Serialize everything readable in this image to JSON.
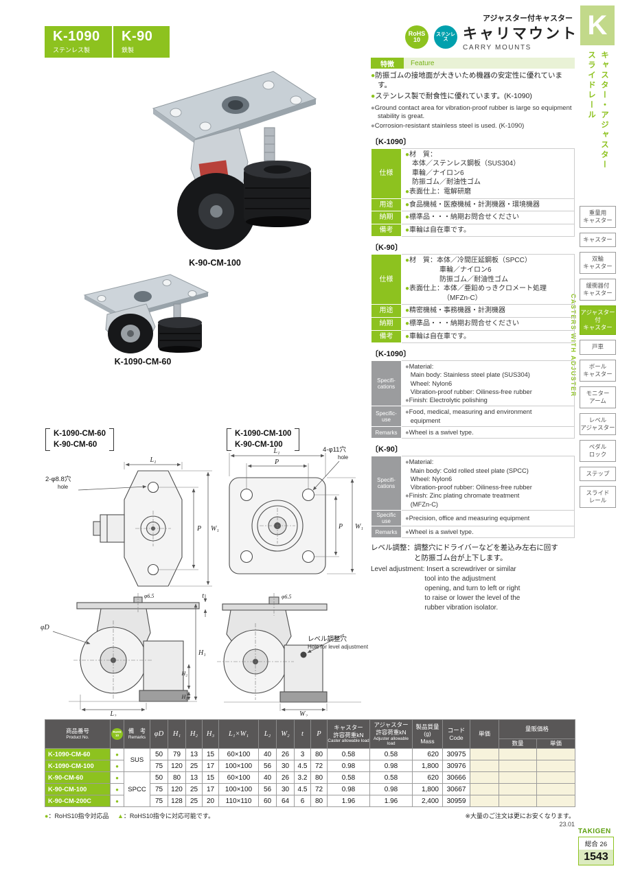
{
  "meta": {
    "category": "アジャスター付キャスター",
    "title_jp": "キャリマウント",
    "title_en": "CARRY MOUNTS",
    "date_code": "23.01",
    "brand": "TAKIGEN",
    "catalog_label": "総合 26",
    "page_number": "1543"
  },
  "product_boxes": [
    {
      "name": "K-1090",
      "material": "ステンレス製"
    },
    {
      "name": "K-90",
      "material": "鉄製"
    }
  ],
  "badges": {
    "rohs_top": "RoHS",
    "rohs_bottom": "10",
    "stainless": "ステンレス"
  },
  "sidebar": {
    "letter": "K",
    "vertical_title_line1": "キャスター・アジャスター",
    "vertical_title_line2": "スライドレール",
    "vertical_en": "CASTERS WITH ADJUSTER",
    "items": [
      {
        "label": "重量用\nキャスター"
      },
      {
        "label": "キャスター"
      },
      {
        "label": "双輪\nキャスター"
      },
      {
        "label": "緩衝器付\nキャスター"
      },
      {
        "label": "アジャスター付\nキャスター"
      },
      {
        "label": "戸車"
      },
      {
        "label": "ボール\nキャスター"
      },
      {
        "label": "モニター\nアーム"
      },
      {
        "label": "レベル\nアジャスター"
      },
      {
        "label": "ペダル\nロック"
      },
      {
        "label": "ステップ"
      },
      {
        "label": "スライド\nレール"
      }
    ]
  },
  "feature": {
    "tab_jp": "特徴",
    "tab_en": "Feature",
    "jp_items": [
      "●防振ゴムの接地面が大きいため機器の安定性に優れています。",
      "●ステンレス製で耐食性に優れています。(K-1090)"
    ],
    "en_items": [
      "●Ground contact area for vibration-proof rubber is large so equipment stability is great.",
      "●Corrosion-resistant stainless steel is used. (K-1090)"
    ]
  },
  "specs_jp": [
    {
      "section": "〔K-1090〕",
      "rows": [
        {
          "label": "仕様",
          "text": "●材　質：\n　本体／ステンレス鋼板（SUS304）\n　車輪／ナイロン6\n　防振ゴム／耐油性ゴム\n●表面仕上：電解研磨"
        },
        {
          "label": "用途",
          "text": "●食品機械・医療機械・計測機器・環境機器"
        },
        {
          "label": "納期",
          "text": "●標準品・・・納期お問合せください"
        },
        {
          "label": "備考",
          "text": "●車輪は自在車です。"
        }
      ]
    },
    {
      "section": "〔K-90〕",
      "rows": [
        {
          "label": "仕様",
          "text": "●材　質：本体／冷間圧延鋼板（SPCC）\n　　　　　車輪／ナイロン6\n　　　　　防振ゴム／耐油性ゴム\n●表面仕上：本体／亜鉛めっきクロメート処理\n　　　　　　（MFZn-C）"
        },
        {
          "label": "用途",
          "text": "●精密機械・事務機器・計測機器"
        },
        {
          "label": "納期",
          "text": "●標準品・・・納期お問合せください"
        },
        {
          "label": "備考",
          "text": "●車輪は自在車です。"
        }
      ]
    }
  ],
  "specs_en": [
    {
      "section": "〔K-1090〕",
      "rows": [
        {
          "label": "Specifi-\ncations",
          "text": "●Material:\n   Main body: Stainless steel plate (SUS304)\n   Wheel: Nylon6\n   Vibration-proof rubber: Oiliness-free rubber\n●Finish: Electrolytic polishing"
        },
        {
          "label": "Specific-\nuse",
          "text": "●Food, medical, measuring and environment\n   equipment"
        },
        {
          "label": "Remarks",
          "text": "●Wheel is a swivel type."
        }
      ]
    },
    {
      "section": "〔K-90〕",
      "rows": [
        {
          "label": "Specifi-\ncations",
          "text": "●Material:\n   Main body: Cold rolled steel plate (SPCC)\n   Wheel: Nylon6\n   Vibration-proof rubber: Oiliness-free rubber\n●Finish: Zinc plating chromate treatment\n   (MFZn-C)"
        },
        {
          "label": "Specific use",
          "text": "●Precision, office and measuring equipment"
        },
        {
          "label": "Remarks",
          "text": "●Wheel is a swivel type."
        }
      ]
    }
  ],
  "level_adj": {
    "jp_label": "レベル調整：",
    "jp_text": "調整穴にドライバーなどを差込み左右に回す\nと防振ゴム台が上下します。",
    "en_label": "Level adjustment:",
    "en_text": " Insert a screwdriver or similar\ntool into the adjustment\nopening, and turn to left or right\nto raise or lower the level of the\nrubber vibration isolator."
  },
  "photos": [
    {
      "caption": "K-90-CM-100"
    },
    {
      "caption": "K-1090-CM-60"
    }
  ],
  "drawings": {
    "left_title": "K-1090-CM-60\nK-90-CM-60",
    "right_title": "K-1090-CM-100\nK-90-CM-100",
    "hole_left_jp": "2-φ8.8穴",
    "hole_left_en": "hole",
    "hole_right_jp": "4-φ11穴",
    "hole_right_en": "hole",
    "dim_L1": "L₁",
    "dim_P": "P",
    "dim_W1": "W₁",
    "dim_phiD": "φD",
    "dim_H1": "H₁",
    "dim_H2": "H₂",
    "dim_H3": "H₃",
    "dim_L2": "L₂",
    "dim_W2": "W₂",
    "dim_t": "t",
    "dim_phi65": "φ6.5",
    "level_hole_jp": "レベル調整穴",
    "level_hole_en": "Hole for level adjustment"
  },
  "table": {
    "h": {
      "product_no_jp": "商品番号",
      "product_no_en": "Product No.",
      "rohs_top": "RoHS",
      "rohs_bottom": "10",
      "remarks_jp": "備　考",
      "remarks_en": "Remarks",
      "phiD": "φD",
      "H1": "H₁",
      "H2": "H₂",
      "H3": "H₃",
      "L1W1": "L₁×W₁",
      "L2": "L₂",
      "W2": "W₂",
      "t": "t",
      "P": "P",
      "caster_jp": "キャスター\n許容荷重kN",
      "caster_en": "Caster allowable load",
      "adjuster_jp": "アジャスター\n許容荷重kN",
      "adjuster_en": "Adjuster allowable load",
      "mass": "製品質量(g)\nMass",
      "code": "コード\nCode",
      "unit_price": "単価",
      "volume_price": "量販価格",
      "qty": "数量",
      "unit_price2": "単価"
    },
    "remarks_groups": [
      {
        "label": "SUS"
      },
      {
        "label": "SPCC"
      }
    ],
    "rows": [
      {
        "product": "K-1090-CM-60",
        "rohs": "●",
        "phiD": "50",
        "H1": "79",
        "H2": "13",
        "H3": "15",
        "L1W1": "60×100",
        "L2": "40",
        "W2": "26",
        "t": "3",
        "P": "80",
        "cl": "0.58",
        "al": "0.58",
        "mass": "620",
        "code": "30975"
      },
      {
        "product": "K-1090-CM-100",
        "rohs": "●",
        "phiD": "75",
        "H1": "120",
        "H2": "25",
        "H3": "17",
        "L1W1": "100×100",
        "L2": "56",
        "W2": "30",
        "t": "4.5",
        "P": "72",
        "cl": "0.98",
        "al": "0.98",
        "mass": "1,800",
        "code": "30976"
      },
      {
        "product": "K-90-CM-60",
        "rohs": "●",
        "phiD": "50",
        "H1": "80",
        "H2": "13",
        "H3": "15",
        "L1W1": "60×100",
        "L2": "40",
        "W2": "26",
        "t": "3.2",
        "P": "80",
        "cl": "0.58",
        "al": "0.58",
        "mass": "620",
        "code": "30666"
      },
      {
        "product": "K-90-CM-100",
        "rohs": "●",
        "phiD": "75",
        "H1": "120",
        "H2": "25",
        "H3": "17",
        "L1W1": "100×100",
        "L2": "56",
        "W2": "30",
        "t": "4.5",
        "P": "72",
        "cl": "0.98",
        "al": "0.98",
        "mass": "1,800",
        "code": "30667"
      },
      {
        "product": "K-90-CM-200C",
        "rohs": "●",
        "phiD": "75",
        "H1": "128",
        "H2": "25",
        "H3": "20",
        "L1W1": "110×110",
        "L2": "60",
        "W2": "64",
        "t": "6",
        "P": "80",
        "cl": "1.96",
        "al": "1.96",
        "mass": "2,400",
        "code": "30959"
      }
    ],
    "legend_dot": "●",
    "legend_dot_text": "：RoHS10指令対応品",
    "legend_tri": "▲",
    "legend_tri_text": "：RoHS10指令に対応可能です。",
    "note_right": "※大量のご注文は更にお安くなります。"
  }
}
